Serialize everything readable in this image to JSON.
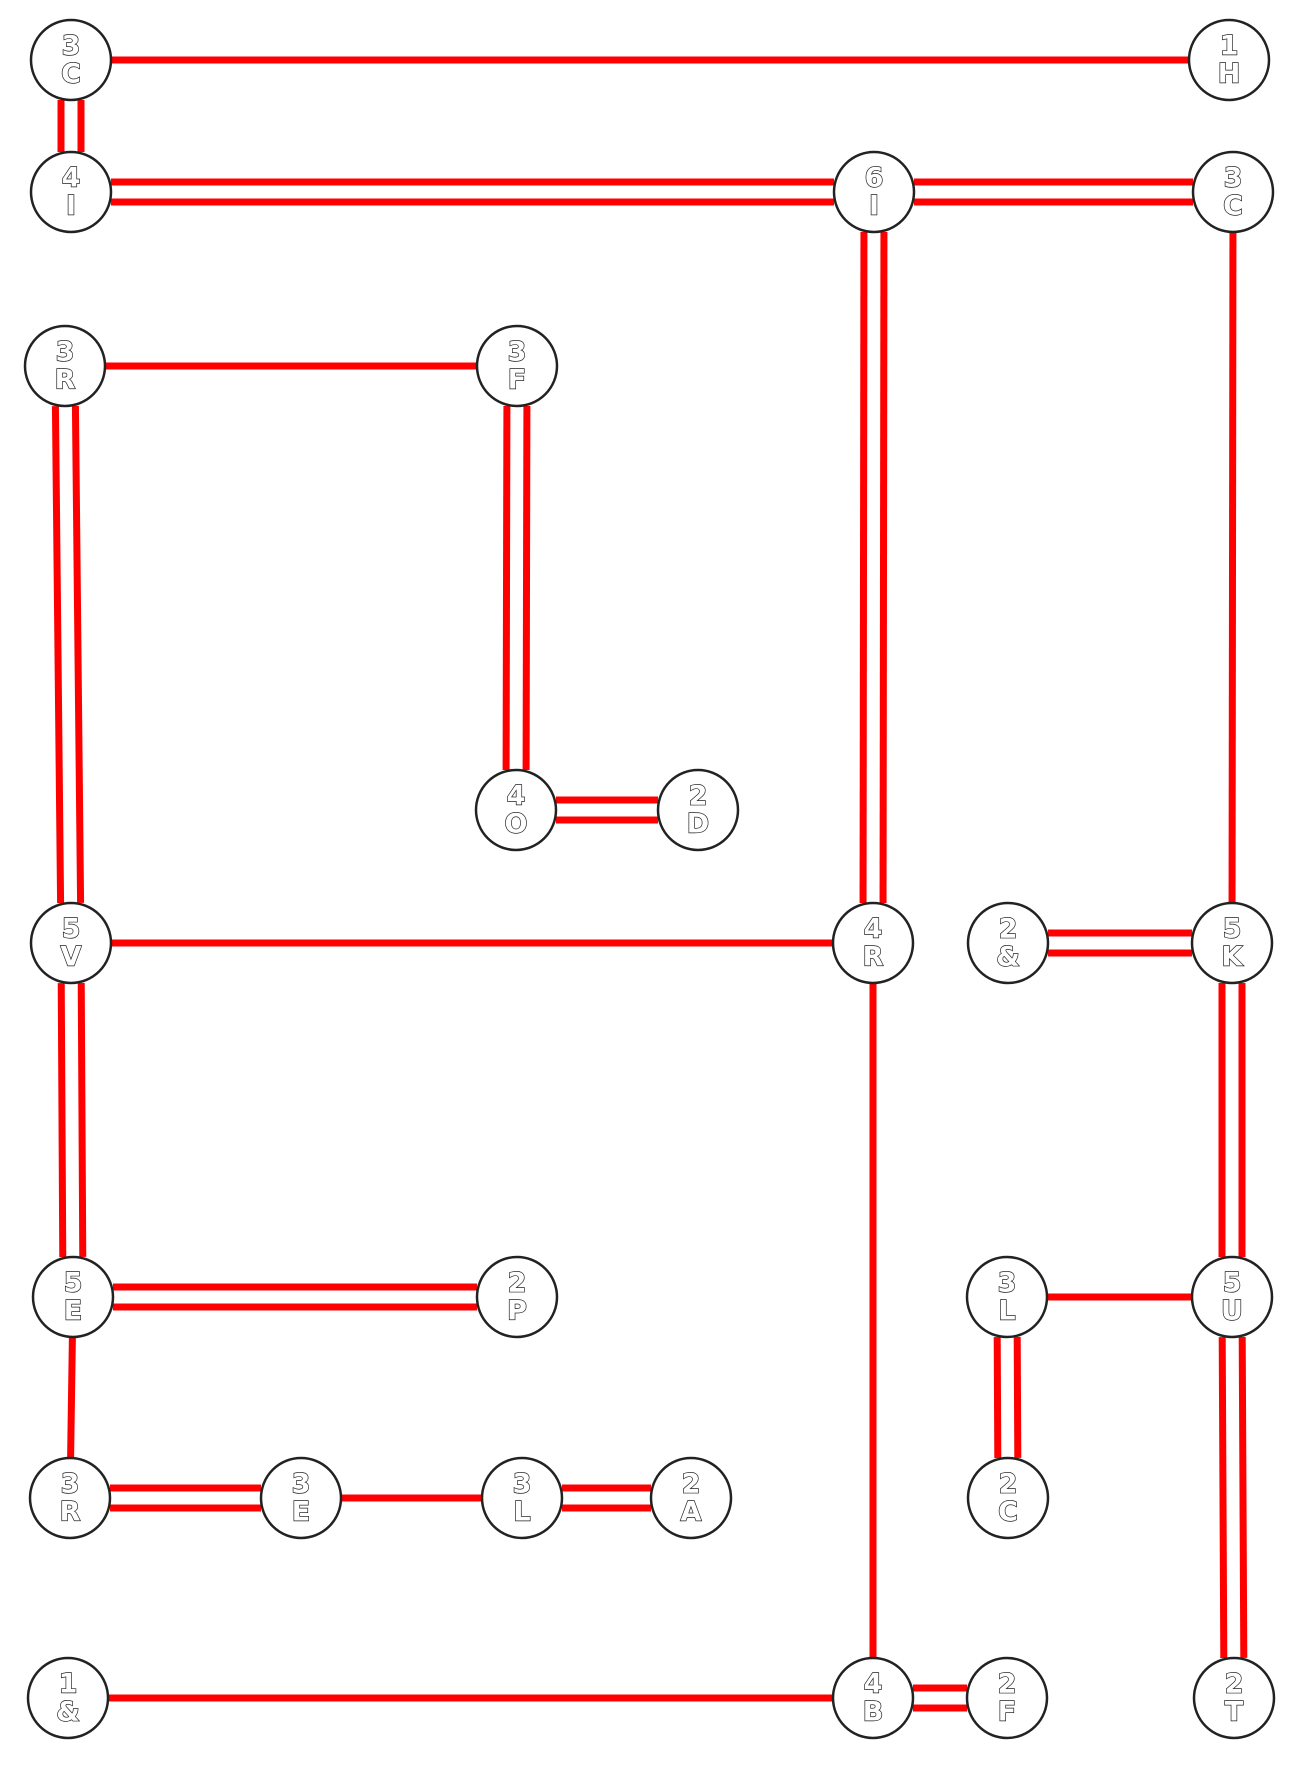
{
  "colors": {
    "bridge": "#ff0000",
    "node_fill": "#ffffff",
    "node_stroke": "#222222"
  },
  "nodes": [
    {
      "id": "n1",
      "count": "3",
      "letter": "C"
    },
    {
      "id": "n2",
      "count": "1",
      "letter": "H"
    },
    {
      "id": "n3",
      "count": "4",
      "letter": "I"
    },
    {
      "id": "n4",
      "count": "6",
      "letter": "I"
    },
    {
      "id": "n5",
      "count": "3",
      "letter": "C"
    },
    {
      "id": "n6",
      "count": "3",
      "letter": "R"
    },
    {
      "id": "n7",
      "count": "3",
      "letter": "F"
    },
    {
      "id": "n8",
      "count": "4",
      "letter": "O"
    },
    {
      "id": "n9",
      "count": "2",
      "letter": "D"
    },
    {
      "id": "n10",
      "count": "5",
      "letter": "V"
    },
    {
      "id": "n11",
      "count": "4",
      "letter": "R"
    },
    {
      "id": "n12",
      "count": "2",
      "letter": "&"
    },
    {
      "id": "n13",
      "count": "5",
      "letter": "K"
    },
    {
      "id": "n14",
      "count": "5",
      "letter": "E"
    },
    {
      "id": "n15",
      "count": "2",
      "letter": "P"
    },
    {
      "id": "n16",
      "count": "3",
      "letter": "L"
    },
    {
      "id": "n17",
      "count": "5",
      "letter": "U"
    },
    {
      "id": "n18",
      "count": "3",
      "letter": "R"
    },
    {
      "id": "n19",
      "count": "3",
      "letter": "E"
    },
    {
      "id": "n20",
      "count": "3",
      "letter": "L"
    },
    {
      "id": "n21",
      "count": "2",
      "letter": "A"
    },
    {
      "id": "n22",
      "count": "2",
      "letter": "C"
    },
    {
      "id": "n23",
      "count": "1",
      "letter": "&"
    },
    {
      "id": "n24",
      "count": "4",
      "letter": "B"
    },
    {
      "id": "n25",
      "count": "2",
      "letter": "F"
    },
    {
      "id": "n26",
      "count": "2",
      "letter": "T"
    }
  ],
  "bridges": [
    {
      "from": "n1",
      "to": "n2",
      "lines": 1
    },
    {
      "from": "n1",
      "to": "n3",
      "lines": 2
    },
    {
      "from": "n3",
      "to": "n4",
      "lines": 2
    },
    {
      "from": "n4",
      "to": "n5",
      "lines": 2
    },
    {
      "from": "n4",
      "to": "n11",
      "lines": 2
    },
    {
      "from": "n5",
      "to": "n13",
      "lines": 1
    },
    {
      "from": "n6",
      "to": "n7",
      "lines": 1
    },
    {
      "from": "n6",
      "to": "n10",
      "lines": 2
    },
    {
      "from": "n7",
      "to": "n8",
      "lines": 2
    },
    {
      "from": "n8",
      "to": "n9",
      "lines": 2
    },
    {
      "from": "n10",
      "to": "n11",
      "lines": 1
    },
    {
      "from": "n10",
      "to": "n14",
      "lines": 2
    },
    {
      "from": "n11",
      "to": "n24",
      "lines": 1
    },
    {
      "from": "n12",
      "to": "n13",
      "lines": 2
    },
    {
      "from": "n13",
      "to": "n17",
      "lines": 2
    },
    {
      "from": "n14",
      "to": "n15",
      "lines": 2
    },
    {
      "from": "n14",
      "to": "n18",
      "lines": 1
    },
    {
      "from": "n16",
      "to": "n17",
      "lines": 1
    },
    {
      "from": "n16",
      "to": "n22",
      "lines": 2
    },
    {
      "from": "n17",
      "to": "n26",
      "lines": 2
    },
    {
      "from": "n18",
      "to": "n19",
      "lines": 2
    },
    {
      "from": "n19",
      "to": "n20",
      "lines": 1
    },
    {
      "from": "n20",
      "to": "n21",
      "lines": 2
    },
    {
      "from": "n23",
      "to": "n24",
      "lines": 1
    },
    {
      "from": "n24",
      "to": "n25",
      "lines": 2
    }
  ]
}
